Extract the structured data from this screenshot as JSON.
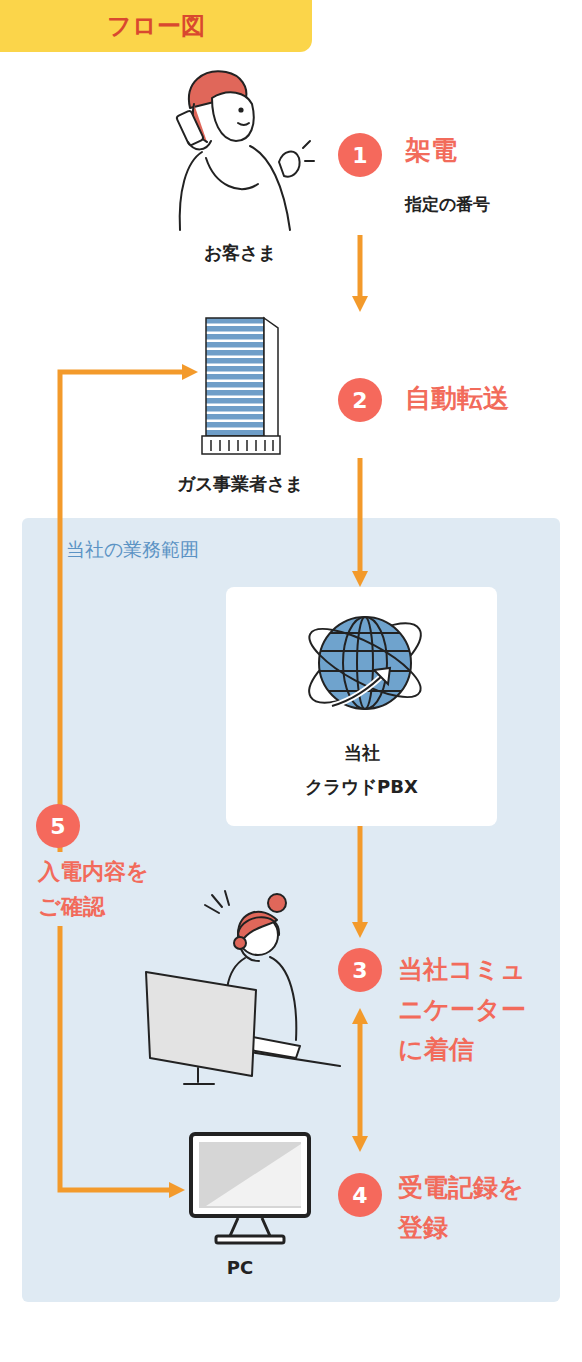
{
  "diagram": {
    "title": "フロー図",
    "nodes": [
      {
        "text": [
          "お客さま"
        ]
      },
      {
        "text": [
          "ガス事業者さま"
        ]
      },
      {
        "text": [
          "当社の業務範囲"
        ]
      },
      {
        "text": [
          "当社 クラウドPBX"
        ],
        "in": 2
      },
      {
        "text": [
          "当社コミュニケーターに着信"
        ],
        "in": 2
      },
      {
        "text": [
          "PC"
        ],
        "in": 2
      }
    ],
    "edges": [
      {
        "from": 0,
        "to": 1,
        "arrow": "to"
      },
      {
        "from": 1,
        "to": 3,
        "arrow": "to"
      },
      {
        "from": 3,
        "to": 4,
        "arrow": "to"
      },
      {
        "from": 4,
        "to": 5,
        "arrow": "both"
      },
      {
        "from": 1,
        "to": 5,
        "arrow": "both",
        "label": "入電内容をご確認"
      }
    ],
    "labels": [
      "1",
      "架電",
      "指定の番号",
      "2",
      "自動転送",
      "3",
      "4",
      "受電記録を登録",
      "5"
    ]
  }
}
